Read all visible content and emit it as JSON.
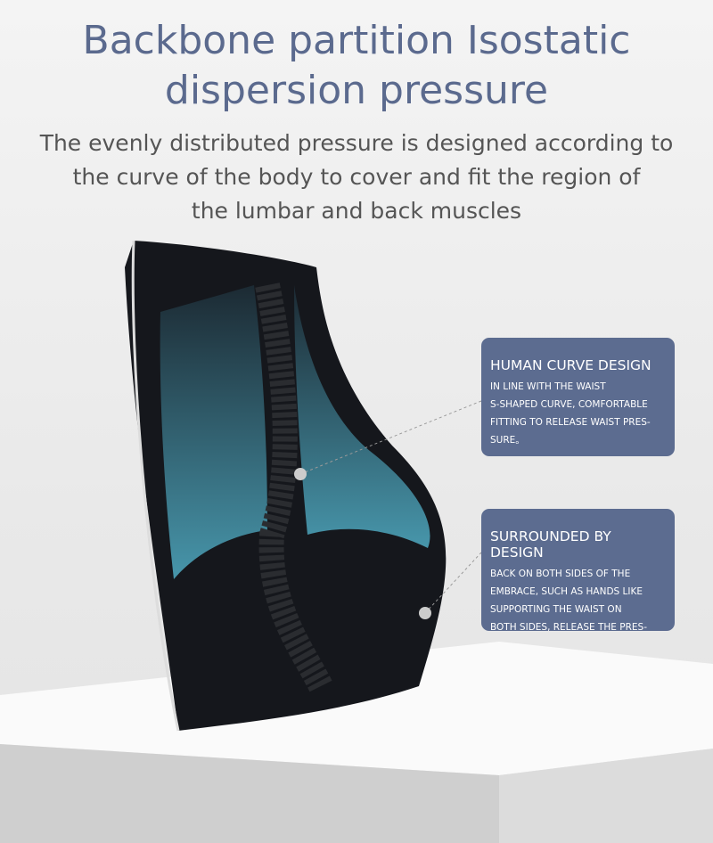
{
  "header": {
    "title_line1": "Backbone partition Isostatic",
    "title_line2": "dispersion pressure",
    "subtitle_lines": [
      "The evenly distributed pressure is designed according to",
      "the curve of the body to cover and fit the region of",
      "the lumbar and back muscles"
    ]
  },
  "callouts": [
    {
      "title": "HUMAN CURVE DESIGN",
      "lines": [
        "IN LINE WITH THE WAIST",
        "S-SHAPED CURVE, COMFORTABLE",
        "FITTING TO RELEASE WAIST PRES-",
        "SURE。"
      ]
    },
    {
      "title": "SURROUNDED BY DESIGN",
      "lines": [
        "BACK ON BOTH SIDES OF THE",
        "EMBRACE, SUCH AS HANDS LIKE",
        "SUPPORTING THE WAIST ON",
        "BOTH SIDES, RELEASE THE PRES-"
      ]
    }
  ],
  "colors": {
    "accent": "#5c6c90",
    "cushion": "#15171c",
    "highlight": "#3f8aa0"
  }
}
